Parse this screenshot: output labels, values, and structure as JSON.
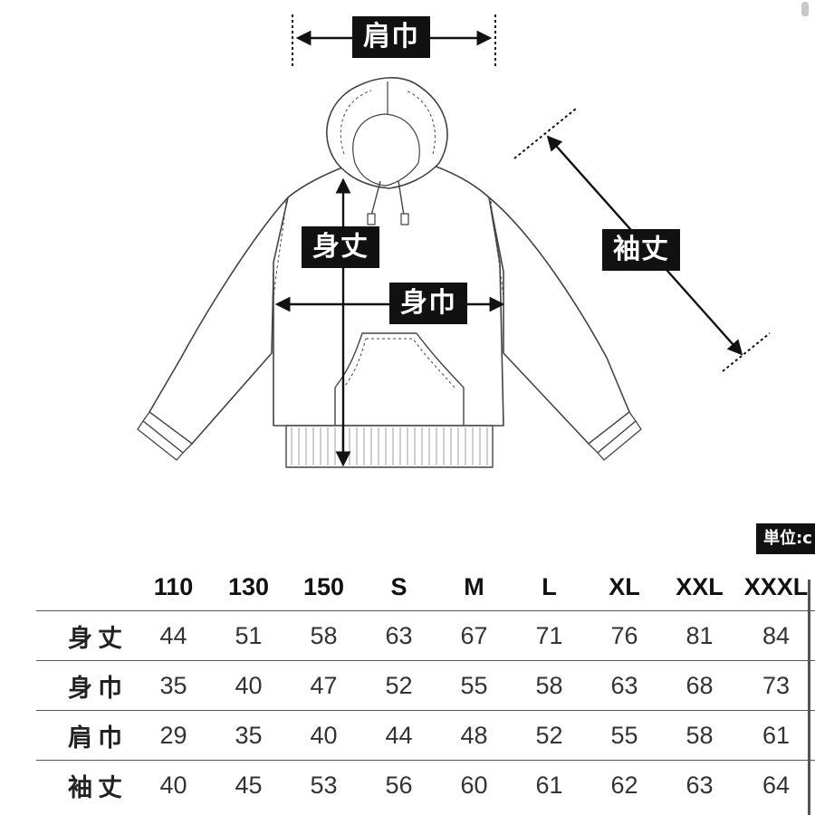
{
  "labels": {
    "shoulder": "肩巾",
    "length": "身丈",
    "body_width": "身巾",
    "sleeve": "袖丈"
  },
  "unit_note": "単位:c",
  "table": {
    "sizes": [
      "110",
      "130",
      "150",
      "S",
      "M",
      "L",
      "XL",
      "XXL",
      "XXXL"
    ],
    "rows": [
      {
        "label": "身丈",
        "values": [
          "44",
          "51",
          "58",
          "63",
          "67",
          "71",
          "76",
          "81",
          "84"
        ]
      },
      {
        "label": "身巾",
        "values": [
          "35",
          "40",
          "47",
          "52",
          "55",
          "58",
          "63",
          "68",
          "73"
        ]
      },
      {
        "label": "肩巾",
        "values": [
          "29",
          "35",
          "40",
          "44",
          "48",
          "52",
          "55",
          "58",
          "61"
        ]
      },
      {
        "label": "袖丈",
        "values": [
          "40",
          "45",
          "53",
          "56",
          "60",
          "61",
          "62",
          "63",
          "64"
        ]
      }
    ]
  }
}
